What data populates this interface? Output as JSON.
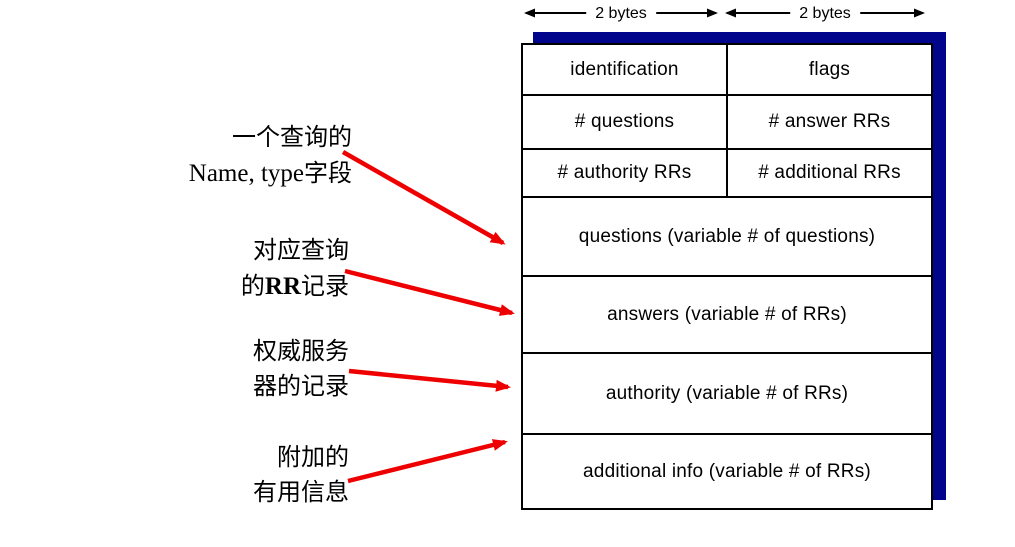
{
  "colors": {
    "shadow_blue": "#00058B",
    "arrow_red": "#EE0000",
    "border_black": "#000000"
  },
  "byte_markers": [
    {
      "label": "2 bytes"
    },
    {
      "label": "2 bytes"
    }
  ],
  "annotations": [
    {
      "line1": "一个查询的",
      "line2_en": "Name, type",
      "line2_zh": "字段"
    },
    {
      "line1": "对应查询",
      "line2_pre": "的",
      "line2_en": "RR",
      "line2_post": "记录"
    },
    {
      "line1": "权威服务",
      "line2": "器的记录"
    },
    {
      "line1": "附加的",
      "line2": "有用信息"
    }
  ],
  "table": {
    "rows2col": [
      {
        "left": "identification",
        "right": "flags"
      },
      {
        "left": "# questions",
        "right": "# answer RRs"
      },
      {
        "left": "# authority RRs",
        "right": "# additional RRs"
      }
    ],
    "rows1col": [
      {
        "label": "questions (variable # of questions)"
      },
      {
        "label": "answers (variable # of RRs)"
      },
      {
        "label": "authority (variable # of RRs)"
      },
      {
        "label": "additional info (variable # of RRs)"
      }
    ]
  }
}
